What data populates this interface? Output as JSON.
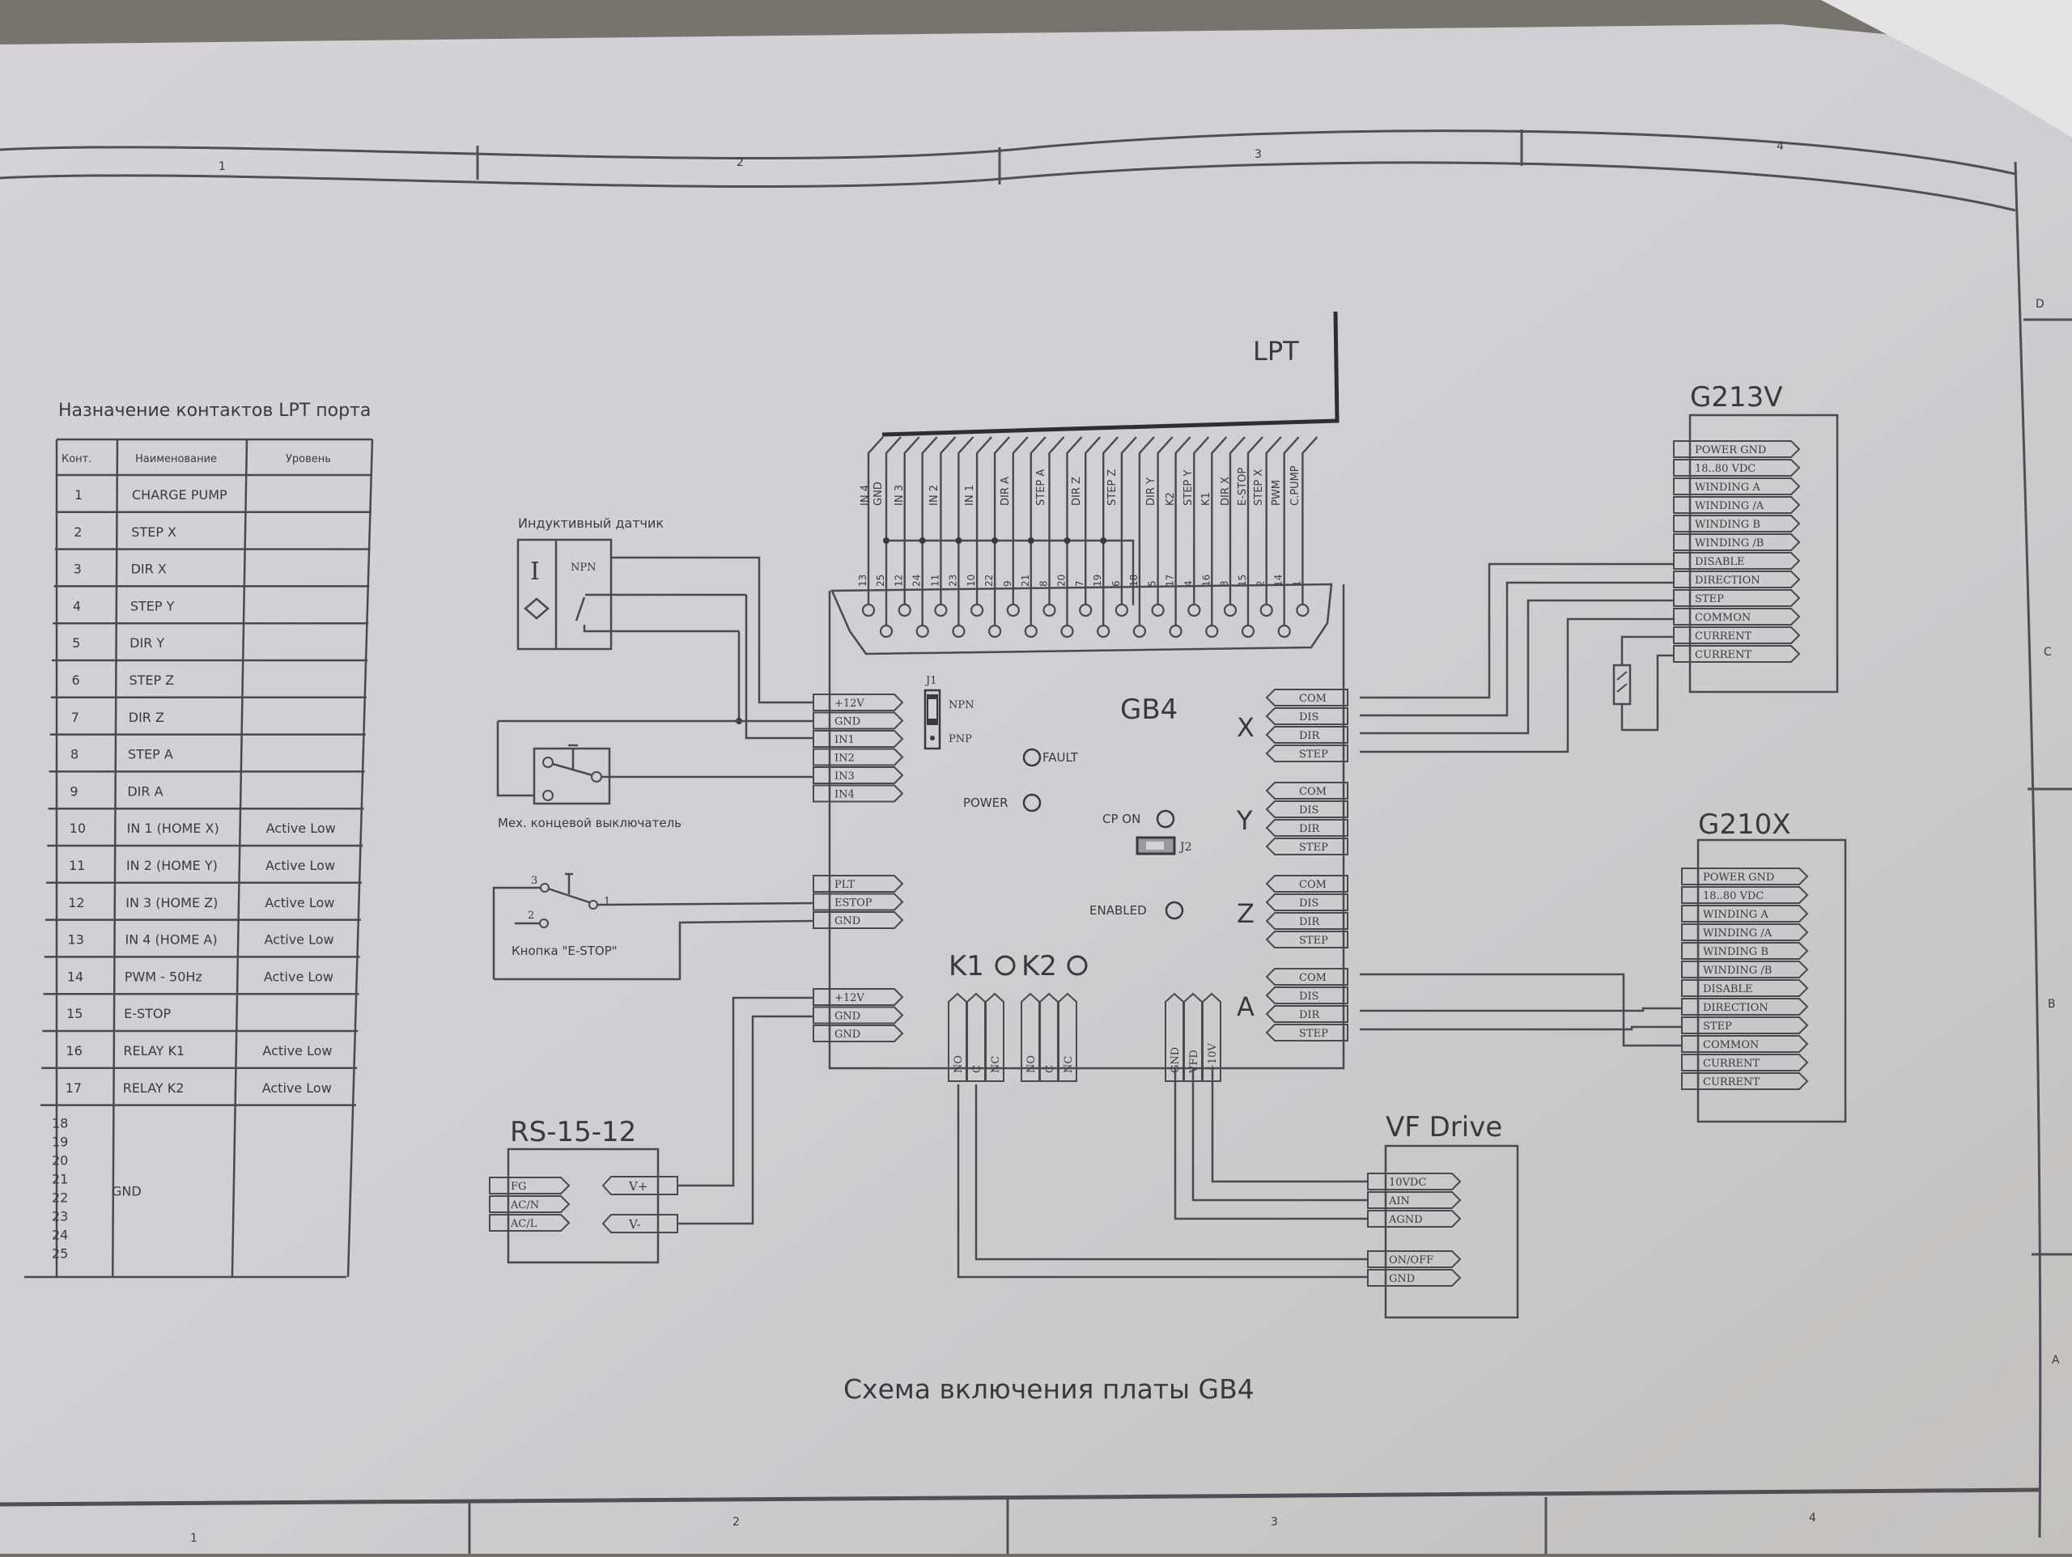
{
  "frame": {
    "top_zones": [
      "1",
      "2",
      "3",
      "4"
    ],
    "bottom_zones": [
      "1",
      "2",
      "3",
      "4"
    ],
    "side_zones": [
      "D",
      "C",
      "B",
      "A"
    ]
  },
  "caption": "Схема включения платы GB4",
  "lpt_table": {
    "title": "Назначение контактов LPT порта",
    "headers": [
      "Конт.",
      "Наименование",
      "Уровень"
    ],
    "rows": [
      {
        "pin": "1",
        "name": "CHARGE PUMP",
        "level": ""
      },
      {
        "pin": "2",
        "name": "STEP X",
        "level": ""
      },
      {
        "pin": "3",
        "name": "DIR X",
        "level": ""
      },
      {
        "pin": "4",
        "name": "STEP Y",
        "level": ""
      },
      {
        "pin": "5",
        "name": "DIR Y",
        "level": ""
      },
      {
        "pin": "6",
        "name": "STEP Z",
        "level": ""
      },
      {
        "pin": "7",
        "name": "DIR Z",
        "level": ""
      },
      {
        "pin": "8",
        "name": "STEP A",
        "level": ""
      },
      {
        "pin": "9",
        "name": "DIR A",
        "level": ""
      },
      {
        "pin": "10",
        "name": "IN 1 (HOME X)",
        "level": "Active Low"
      },
      {
        "pin": "11",
        "name": "IN 2 (HOME Y)",
        "level": "Active Low"
      },
      {
        "pin": "12",
        "name": "IN 3 (HOME Z)",
        "level": "Active Low"
      },
      {
        "pin": "13",
        "name": "IN 4 (HOME A)",
        "level": "Active Low"
      },
      {
        "pin": "14",
        "name": "PWM - 50Hz",
        "level": "Active Low"
      },
      {
        "pin": "15",
        "name": "E-STOP",
        "level": ""
      },
      {
        "pin": "16",
        "name": "RELAY K1",
        "level": "Active Low"
      },
      {
        "pin": "17",
        "name": "RELAY K2",
        "level": "Active Low"
      }
    ],
    "gnd_pins": [
      "18",
      "19",
      "20",
      "21",
      "22",
      "23",
      "24",
      "25"
    ],
    "gnd_name": "GND"
  },
  "lpt": {
    "label": "LPT",
    "wire_labels": [
      "IN 4",
      "GND",
      "IN 3",
      "IN 2",
      "IN 1",
      "DIR A",
      "STEP A",
      "DIR Z",
      "STEP Z",
      "DIR Y",
      "K2",
      "STEP Y",
      "K1",
      "DIR X",
      "E-STOP",
      "STEP X",
      "PWM",
      "C.PUMP"
    ],
    "pin_numbers": [
      "13",
      "25",
      "12",
      "24",
      "11",
      "23",
      "10",
      "22",
      "9",
      "21",
      "8",
      "20",
      "7",
      "19",
      "6",
      "18",
      "5",
      "17",
      "4",
      "16",
      "3",
      "15",
      "2",
      "14",
      "1"
    ]
  },
  "board": {
    "name": "GB4",
    "j1": {
      "label": "J1",
      "npn": "NPN",
      "pnp": "PNP"
    },
    "j2": "J2",
    "leds": {
      "fault": "FAULT",
      "power": "POWER",
      "cp_on": "CP ON",
      "enabled": "ENABLED"
    },
    "input_connector": [
      "+12V",
      "GND",
      "IN1",
      "IN2",
      "IN3",
      "IN4"
    ],
    "estop_connector": [
      "PLT",
      "ESTOP",
      "GND"
    ],
    "power_connector": [
      "+12V",
      "GND",
      "GND"
    ],
    "axes": [
      {
        "name": "X",
        "pins": [
          "COM",
          "DIS",
          "DIR",
          "STEP"
        ]
      },
      {
        "name": "Y",
        "pins": [
          "COM",
          "DIS",
          "DIR",
          "STEP"
        ]
      },
      {
        "name": "Z",
        "pins": [
          "COM",
          "DIS",
          "DIR",
          "STEP"
        ]
      },
      {
        "name": "A",
        "pins": [
          "COM",
          "DIS",
          "DIR",
          "STEP"
        ]
      }
    ],
    "relay_labels": [
      "K1",
      "K2"
    ],
    "relay_pins": [
      "NO",
      "C",
      "NC"
    ],
    "analog_pins": [
      "GND",
      "VFD",
      "+10V"
    ]
  },
  "sensors": {
    "inductive": {
      "title": "Индуктивный датчик",
      "symbol": "I",
      "type": "NPN"
    },
    "limit_switch": {
      "caption": "Мех. концевой выключатель"
    },
    "estop": {
      "caption": "Кнопка \"E-STOP\"",
      "pin1": "1",
      "pin2": "2",
      "pin3": "3"
    }
  },
  "g213v": {
    "title": "G213V",
    "pins": [
      "POWER GND",
      "18..80 VDC",
      "WINDING A",
      "WINDING /A",
      "WINDING B",
      "WINDING /B",
      "DISABLE",
      "DIRECTION",
      "STEP",
      "COMMON",
      "CURRENT",
      "CURRENT"
    ]
  },
  "g210x": {
    "title": "G210X",
    "pins": [
      "POWER GND",
      "18..80 VDC",
      "WINDING A",
      "WINDING /A",
      "WINDING B",
      "WINDING /B",
      "DISABLE",
      "DIRECTION",
      "STEP",
      "COMMON",
      "CURRENT",
      "CURRENT"
    ]
  },
  "psu": {
    "title": "RS-15-12",
    "inputs": [
      "FG",
      "AC/N",
      "AC/L"
    ],
    "outputs": [
      "V+",
      "V-"
    ]
  },
  "vfd": {
    "title": "VF Drive",
    "pins_top": [
      "10VDC",
      "AIN",
      "AGND"
    ],
    "pins_bottom": [
      "ON/OFF",
      "GND"
    ]
  }
}
